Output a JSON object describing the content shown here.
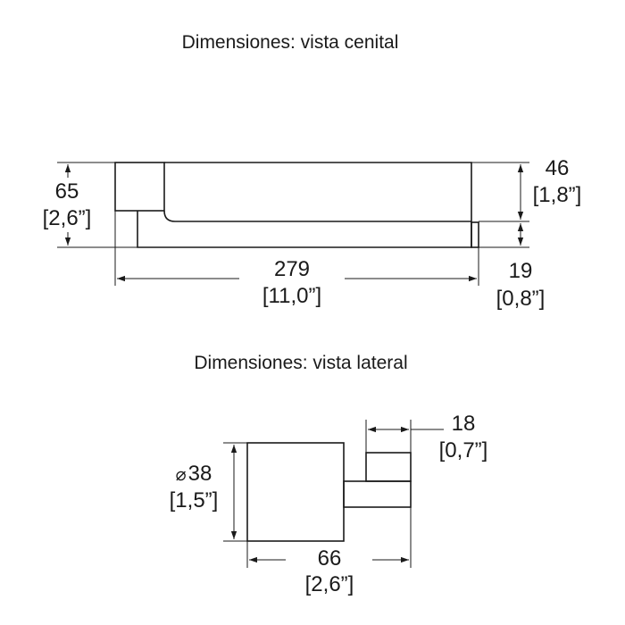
{
  "top_view": {
    "title": "Dimensiones: vista cenital",
    "height_total": {
      "value": "65",
      "inches": "[2,6”]"
    },
    "depth_arm_gap": {
      "value": "46",
      "inches": "[1,8”]"
    },
    "arm_thickness": {
      "value": "19",
      "inches": "[0,8”]"
    },
    "length": {
      "value": "279",
      "inches": "[11,0”]"
    }
  },
  "side_view": {
    "title": "Dimensiones: vista lateral",
    "diameter": {
      "symbol": "⌀",
      "value": "38",
      "inches": "[1,5”]"
    },
    "cap_length": {
      "value": "18",
      "inches": "[0,7”]"
    },
    "depth": {
      "value": "66",
      "inches": "[2,6”]"
    }
  }
}
